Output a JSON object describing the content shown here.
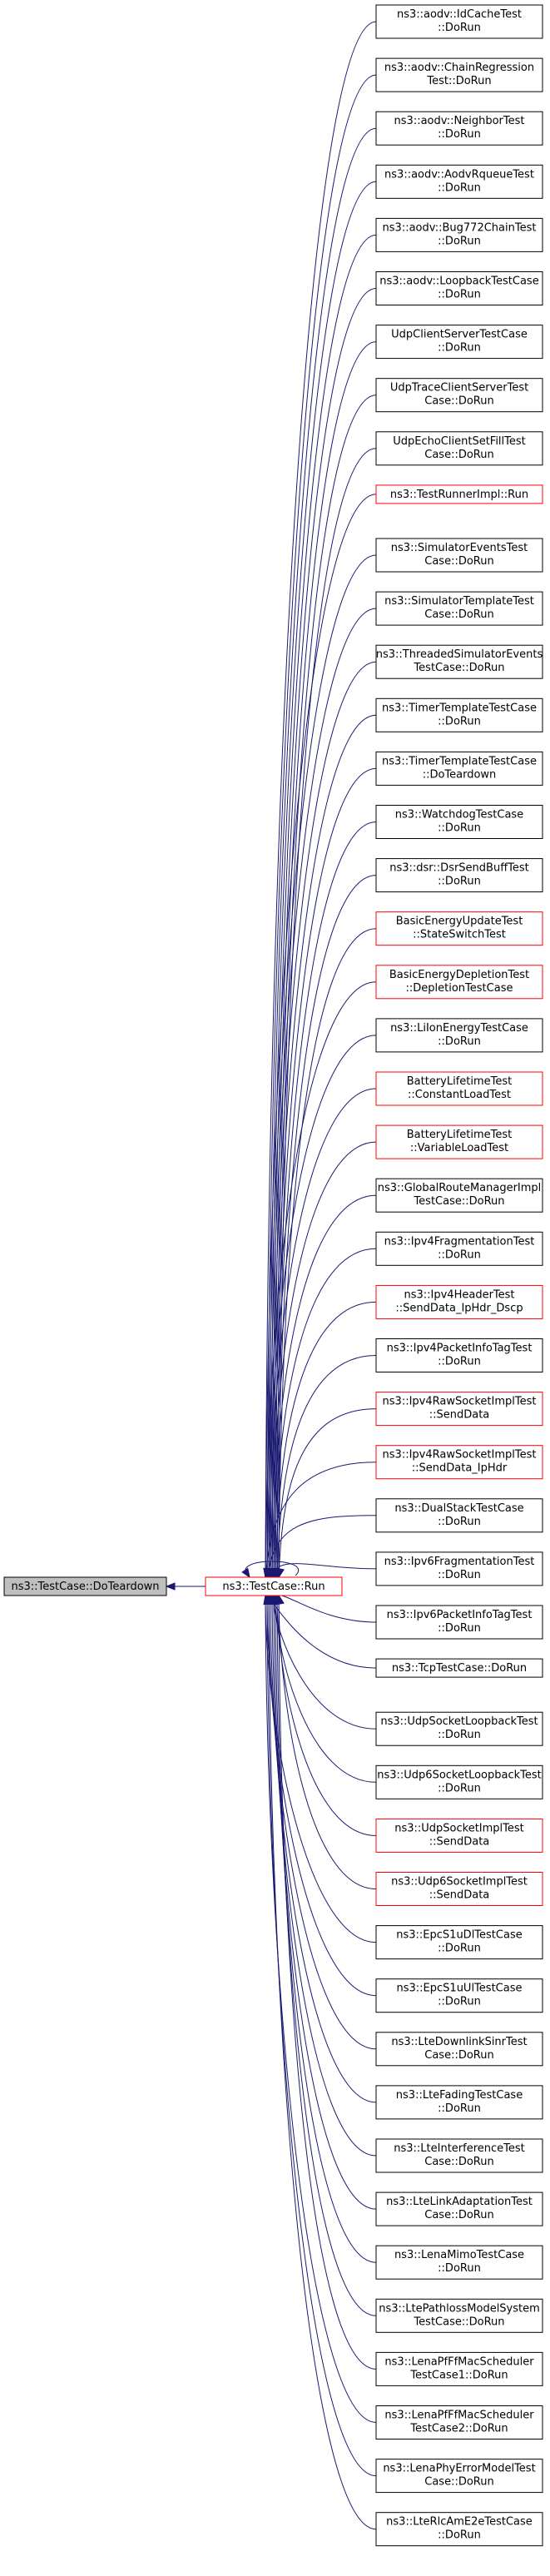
{
  "focus": {
    "lines": [
      "ns3::TestCase::DoTeardown"
    ]
  },
  "run": {
    "lines": [
      "ns3::TestCase::Run"
    ]
  },
  "colors": {
    "edge": "#191970",
    "red_border": "#ff0000",
    "black_border": "#000000",
    "focus_fill": "#bfbfbf"
  },
  "callers": [
    {
      "lines": [
        "ns3::aodv::IdCacheTest",
        "::DoRun"
      ],
      "red": false
    },
    {
      "lines": [
        "ns3::aodv::ChainRegression",
        "Test::DoRun"
      ],
      "red": false
    },
    {
      "lines": [
        "ns3::aodv::NeighborTest",
        "::DoRun"
      ],
      "red": false
    },
    {
      "lines": [
        "ns3::aodv::AodvRqueueTest",
        "::DoRun"
      ],
      "red": false
    },
    {
      "lines": [
        "ns3::aodv::Bug772ChainTest",
        "::DoRun"
      ],
      "red": false
    },
    {
      "lines": [
        "ns3::aodv::LoopbackTestCase",
        "::DoRun"
      ],
      "red": false
    },
    {
      "lines": [
        "UdpClientServerTestCase",
        "::DoRun"
      ],
      "red": false
    },
    {
      "lines": [
        "UdpTraceClientServerTest",
        "Case::DoRun"
      ],
      "red": false
    },
    {
      "lines": [
        "UdpEchoClientSetFillTest",
        "Case::DoRun"
      ],
      "red": false
    },
    {
      "lines": [
        "ns3::TestRunnerImpl::Run"
      ],
      "red": true
    },
    {
      "lines": [
        "ns3::SimulatorEventsTest",
        "Case::DoRun"
      ],
      "red": false
    },
    {
      "lines": [
        "ns3::SimulatorTemplateTest",
        "Case::DoRun"
      ],
      "red": false
    },
    {
      "lines": [
        "ns3::ThreadedSimulatorEvents",
        "TestCase::DoRun"
      ],
      "red": false
    },
    {
      "lines": [
        "ns3::TimerTemplateTestCase",
        "::DoRun"
      ],
      "red": false
    },
    {
      "lines": [
        "ns3::TimerTemplateTestCase",
        "::DoTeardown"
      ],
      "red": false
    },
    {
      "lines": [
        "ns3::WatchdogTestCase",
        "::DoRun"
      ],
      "red": false
    },
    {
      "lines": [
        "ns3::dsr::DsrSendBuffTest",
        "::DoRun"
      ],
      "red": false
    },
    {
      "lines": [
        "BasicEnergyUpdateTest",
        "::StateSwitchTest"
      ],
      "red": true
    },
    {
      "lines": [
        "BasicEnergyDepletionTest",
        "::DepletionTestCase"
      ],
      "red": true
    },
    {
      "lines": [
        "ns3::LiIonEnergyTestCase",
        "::DoRun"
      ],
      "red": false
    },
    {
      "lines": [
        "BatteryLifetimeTest",
        "::ConstantLoadTest"
      ],
      "red": true
    },
    {
      "lines": [
        "BatteryLifetimeTest",
        "::VariableLoadTest"
      ],
      "red": true
    },
    {
      "lines": [
        "ns3::GlobalRouteManagerImpl",
        "TestCase::DoRun"
      ],
      "red": false
    },
    {
      "lines": [
        "ns3::Ipv4FragmentationTest",
        "::DoRun"
      ],
      "red": false
    },
    {
      "lines": [
        "ns3::Ipv4HeaderTest",
        "::SendData_IpHdr_Dscp"
      ],
      "red": true
    },
    {
      "lines": [
        "ns3::Ipv4PacketInfoTagTest",
        "::DoRun"
      ],
      "red": false
    },
    {
      "lines": [
        "ns3::Ipv4RawSocketImplTest",
        "::SendData"
      ],
      "red": true
    },
    {
      "lines": [
        "ns3::Ipv4RawSocketImplTest",
        "::SendData_IpHdr"
      ],
      "red": true
    },
    {
      "lines": [
        "ns3::DualStackTestCase",
        "::DoRun"
      ],
      "red": false
    },
    {
      "lines": [
        "ns3::Ipv6FragmentationTest",
        "::DoRun"
      ],
      "red": false
    },
    {
      "lines": [
        "ns3::Ipv6PacketInfoTagTest",
        "::DoRun"
      ],
      "red": false
    },
    {
      "lines": [
        "ns3::TcpTestCase::DoRun"
      ],
      "red": false
    },
    {
      "lines": [
        "ns3::UdpSocketLoopbackTest",
        "::DoRun"
      ],
      "red": false
    },
    {
      "lines": [
        "ns3::Udp6SocketLoopbackTest",
        "::DoRun"
      ],
      "red": false
    },
    {
      "lines": [
        "ns3::UdpSocketImplTest",
        "::SendData"
      ],
      "red": true
    },
    {
      "lines": [
        "ns3::Udp6SocketImplTest",
        "::SendData"
      ],
      "red": true
    },
    {
      "lines": [
        "ns3::EpcS1uDlTestCase",
        "::DoRun"
      ],
      "red": false
    },
    {
      "lines": [
        "ns3::EpcS1uUlTestCase",
        "::DoRun"
      ],
      "red": false
    },
    {
      "lines": [
        "ns3::LteDownlinkSinrTest",
        "Case::DoRun"
      ],
      "red": false
    },
    {
      "lines": [
        "ns3::LteFadingTestCase",
        "::DoRun"
      ],
      "red": false
    },
    {
      "lines": [
        "ns3::LteInterferenceTest",
        "Case::DoRun"
      ],
      "red": false
    },
    {
      "lines": [
        "ns3::LteLinkAdaptationTest",
        "Case::DoRun"
      ],
      "red": false
    },
    {
      "lines": [
        "ns3::LenaMimoTestCase",
        "::DoRun"
      ],
      "red": false
    },
    {
      "lines": [
        "ns3::LtePathlossModelSystem",
        "TestCase::DoRun"
      ],
      "red": false
    },
    {
      "lines": [
        "ns3::LenaPfFfMacScheduler",
        "TestCase1::DoRun"
      ],
      "red": false
    },
    {
      "lines": [
        "ns3::LenaPfFfMacScheduler",
        "TestCase2::DoRun"
      ],
      "red": false
    },
    {
      "lines": [
        "ns3::LenaPhyErrorModelTest",
        "Case::DoRun"
      ],
      "red": false
    },
    {
      "lines": [
        "ns3::LteRlcAmE2eTestCase",
        "::DoRun"
      ],
      "red": false
    }
  ]
}
